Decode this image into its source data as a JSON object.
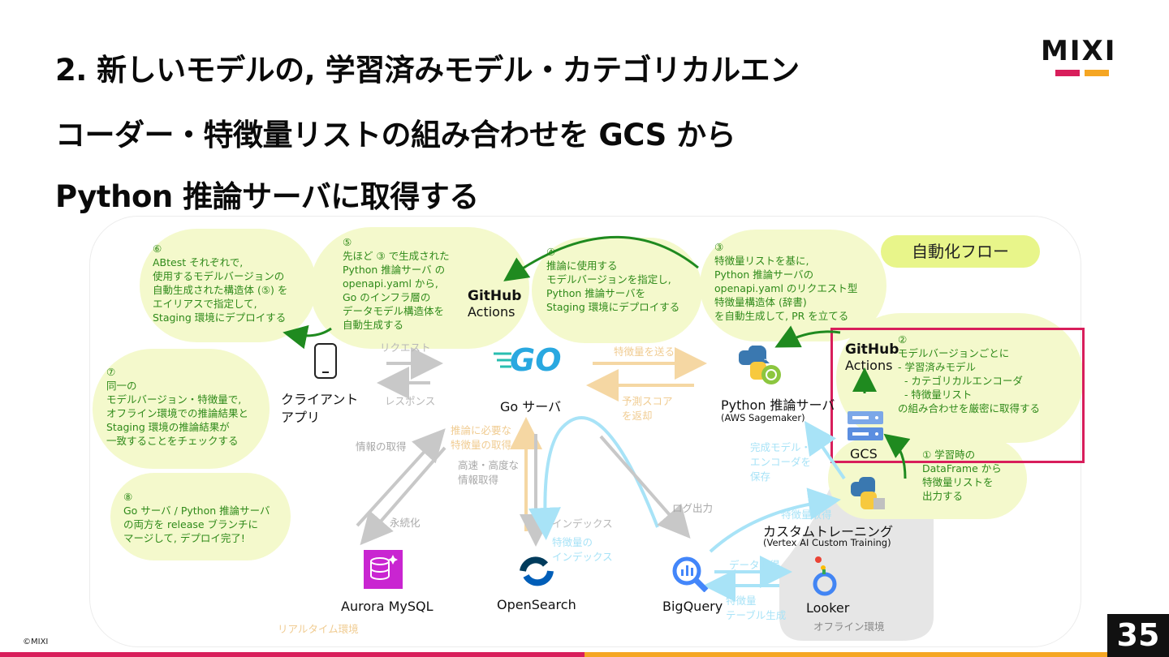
{
  "title": {
    "line1": "2. 新しいモデルの, 学習済みモデル・カテゴリカルエン",
    "line2": "コーダー・特徴量リストの組み合わせを GCS から",
    "line3": "Python 推論サーバに取得する"
  },
  "logo": {
    "text": "MIXI",
    "colors": [
      "#d81e5b",
      "#f5a623"
    ]
  },
  "badge": {
    "auto_flow": "自動化フロー"
  },
  "steps": {
    "s1": "① 学習時の\nDataFrame から\n特徴量リストを\n出力する",
    "s2_num": "②",
    "s2": "モデルバージョンごとに\n- 学習済みモデル\n  - カテゴリカルエンコーダ\n  - 特徴量リスト\nの組み合わせを厳密に取得する",
    "s3": "③\n特徴量リストを基に,\nPython 推論サーバの\nopenapi.yaml のリクエスト型\n特徴量構造体 (辞書)\nを自動生成して, PR を立てる",
    "s4": "④\n推論に使用する\nモデルバージョンを指定し,\nPython 推論サーバを\nStaging 環境にデプロイする",
    "s5": "⑤\n先ほど ③ で生成された\nPython 推論サーバ の\nopenapi.yaml から,\nGo のインフラ層の\nデータモデル構造体を\n自動生成する",
    "s6": "⑥\nABtest それぞれで,\n使用するモデルバージョンの\n自動生成された構造体 (⑤) を\nエイリアスで指定して,\nStaging 環境にデプロイする",
    "s7": "⑦\n同一の\nモデルバージョン・特徴量で,\nオフライン環境での推論結果と\nStaging 環境の推論結果が\n一致することをチェックする",
    "s8": "⑧\nGo サーバ / Python 推論サーバ\nの両方を release ブランチに\nマージして, デプロイ完了!"
  },
  "github": {
    "line1": "GitHub",
    "line2": "Actions"
  },
  "nodes": {
    "client": "クライアント\nアプリ",
    "go_server": "Go サーバ",
    "go_logo": "GO",
    "python_server": "Python 推論サーバ",
    "python_sub": "(AWS Sagemaker)",
    "gcs": "GCS",
    "custom_training": "カスタムトレーニング",
    "custom_training_sub": "(Vertex AI Custom Training)",
    "aurora": "Aurora MySQL",
    "opensearch": "OpenSearch",
    "bigquery": "BigQuery",
    "looker": "Looker"
  },
  "edges": {
    "request": "リクエスト",
    "response": "レスポンス",
    "send_features": "特徴量を送る",
    "return_score": "予測スコア\nを返却",
    "fetch_info": "情報の取得",
    "persist": "永続化",
    "needed_features": "推論に必要な\n特徴量の取得",
    "fast_info": "高速・高度な\n情報取得",
    "index": "インデックス",
    "feature_index": "特徴量の\nインデックス",
    "log_output": "ログ出力",
    "save_model": "完成モデル・\nエンコーダを\n保存",
    "feature_fetch": "特徴量取得",
    "data_fetch": "データ取得",
    "feature_table": "特徴量\nテーブル生成"
  },
  "zones": {
    "realtime": "リアルタイム環境",
    "offline": "オフライン環境"
  },
  "footer": {
    "copyright": "©MIXI",
    "page": "35"
  }
}
